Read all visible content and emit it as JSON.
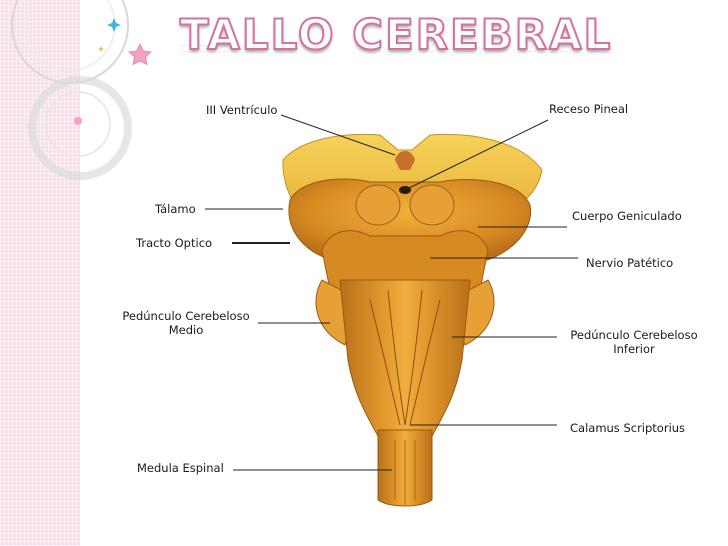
{
  "title": "TALLO CEREBRAL",
  "labels": {
    "iii_ventriculo": "III Ventrículo",
    "receso_pineal": "Receso Pineal",
    "talamo": "Tálamo",
    "tracto_optico": "Tracto Optico",
    "cuerpo_geniculado": "Cuerpo Geniculado",
    "nervio_patetico": "Nervio Patético",
    "peduculo_medio_line1": "Pedúnculo Cerebeloso",
    "peduculo_medio_line2": "Medio",
    "peduculo_inferior_line1": "Pedúnculo Cerebeloso",
    "peduculo_inferior_line2": "Inferior",
    "calamus_scriptorius": "Calamus Scriptorius",
    "medula_espinal": "Medula Espinal"
  },
  "icons": [
    "sparkle-star-icon",
    "pink-star-icon",
    "decorative-ring-icon"
  ],
  "colors": {
    "side_panel": "#f6dfea",
    "title_outline": "#d6719d",
    "brainstem_light": "#f4c23a",
    "brainstem_dark": "#b8701a"
  }
}
